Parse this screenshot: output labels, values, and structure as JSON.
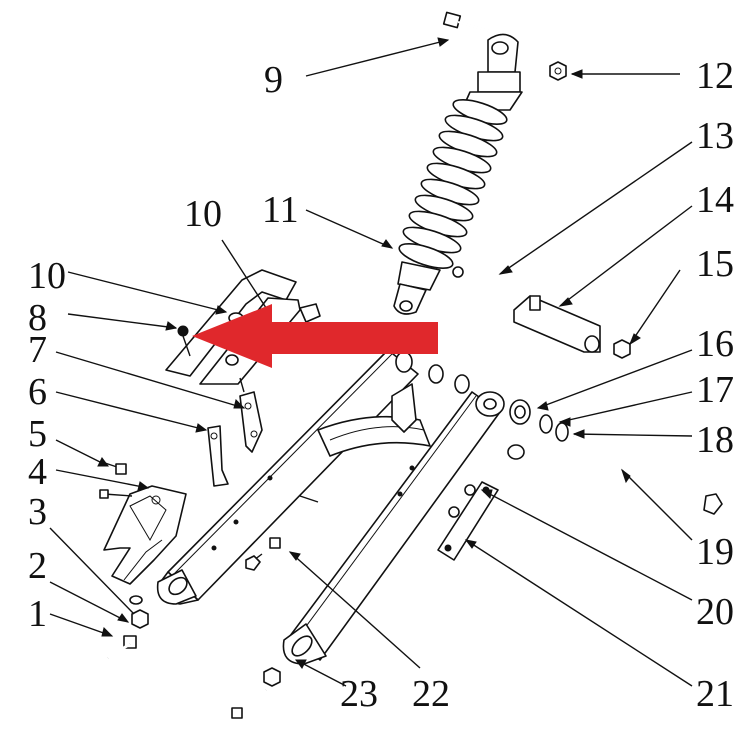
{
  "diagram": {
    "arrow_color": "#e0282c",
    "line_color": "#111111",
    "part_labels": [
      "1",
      "2",
      "3",
      "4",
      "5",
      "6",
      "7",
      "8",
      "9",
      "10",
      "10",
      "11",
      "12",
      "13",
      "14",
      "15",
      "16",
      "17",
      "18",
      "19",
      "20",
      "21",
      "22",
      "23"
    ]
  }
}
